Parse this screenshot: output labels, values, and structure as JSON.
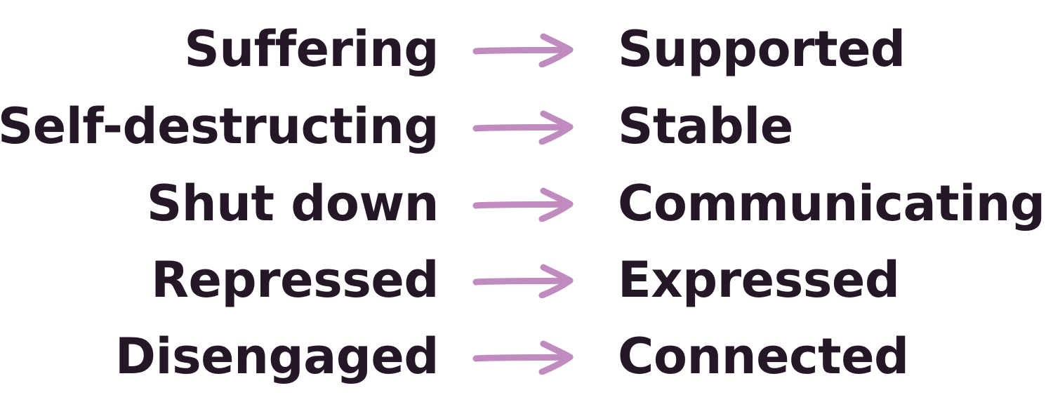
{
  "colors": {
    "text": "#241827",
    "arrow": "#c08cbf"
  },
  "transitions": [
    {
      "from": "Suffering",
      "to": "Supported"
    },
    {
      "from": "Self-destructing",
      "to": "Stable"
    },
    {
      "from": "Shut down",
      "to": "Communicating"
    },
    {
      "from": "Repressed",
      "to": "Expressed"
    },
    {
      "from": "Disengaged",
      "to": "Connected"
    }
  ]
}
